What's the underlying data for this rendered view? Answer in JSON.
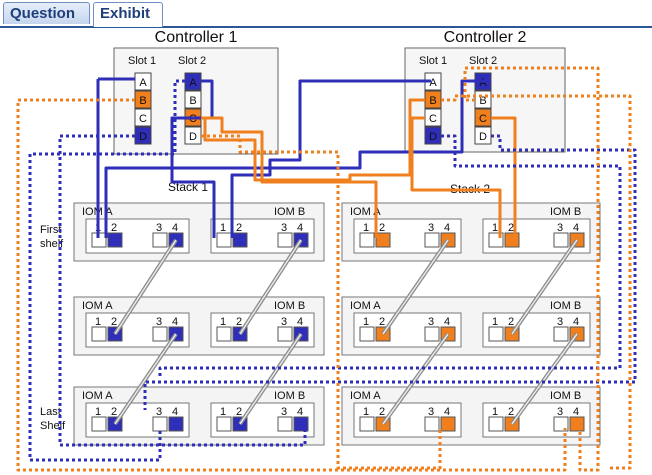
{
  "tabs": [
    "Question",
    "Exhibit"
  ],
  "controllers": [
    {
      "name": "Controller 1",
      "slot_labels": [
        "Slot 1",
        "Slot 2"
      ]
    },
    {
      "name": "Controller 2",
      "slot_labels": [
        "Slot 1",
        "Slot 2"
      ]
    }
  ],
  "ports": [
    "A",
    "B",
    "C",
    "D"
  ],
  "stacks": [
    "Stack 1",
    "Stack 2"
  ],
  "shelf_labels": {
    "first": [
      "First",
      "shelf"
    ],
    "last": [
      "Last",
      "Shelf"
    ]
  },
  "iom_labels": [
    "IOM A",
    "IOM B"
  ],
  "iom_port_labels": [
    "1",
    "2",
    "3",
    "4"
  ],
  "colors": {
    "blue": "#2e2eb8",
    "orange": "#f07f1e",
    "tab_border": "#2b5797"
  }
}
